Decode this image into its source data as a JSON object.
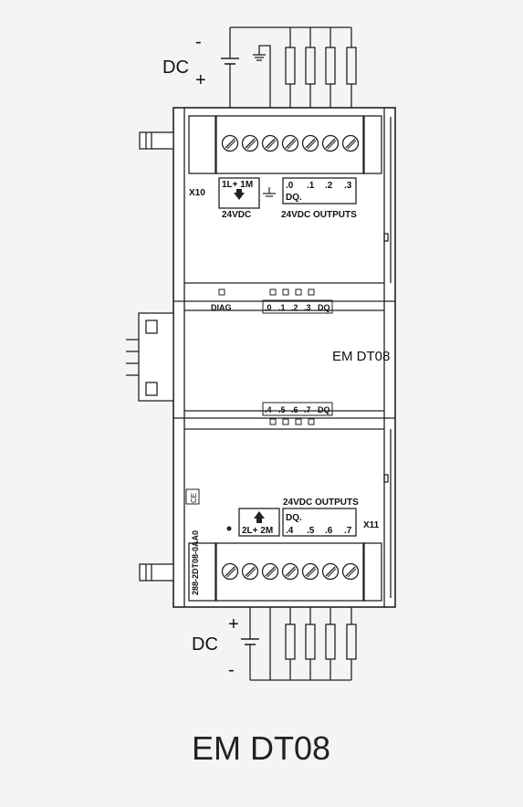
{
  "module": {
    "model": "EM DT08",
    "caption": "EM DT08",
    "order_number": "288-2DT08-0AA0",
    "ce_mark": "CE"
  },
  "top": {
    "connector": "X10",
    "dc": {
      "label": "DC",
      "minus": "-",
      "plus": "+"
    },
    "power_terminals": "1L+ 1M",
    "power_arrow": "down",
    "power_label": "24VDC",
    "outputs_label": "24VDC  OUTPUTS",
    "dq": "DQ.",
    "channels": [
      ".0",
      ".1",
      ".2",
      ".3"
    ],
    "terminal_count": 7
  },
  "status_leds": {
    "diag": "DIAG",
    "row1": [
      ".0",
      ".1",
      ".2",
      ".3"
    ],
    "row1_suffix": "DQ",
    "row2": [
      ".4",
      ".5",
      ".6",
      ".7"
    ],
    "row2_suffix": "DQ"
  },
  "bottom": {
    "connector": "X11",
    "dc": {
      "label": "DC",
      "plus": "+",
      "minus": "-"
    },
    "power_terminals": "2L+ 2M",
    "power_arrow": "up",
    "outputs_label": "24VDC  OUTPUTS",
    "dq": "DQ.",
    "channels": [
      ".4",
      ".5",
      ".6",
      ".7"
    ],
    "terminal_count": 7
  },
  "colors": {
    "line": "#222222",
    "background": "#f4f4f4",
    "housing_fill": "#ffffff"
  }
}
